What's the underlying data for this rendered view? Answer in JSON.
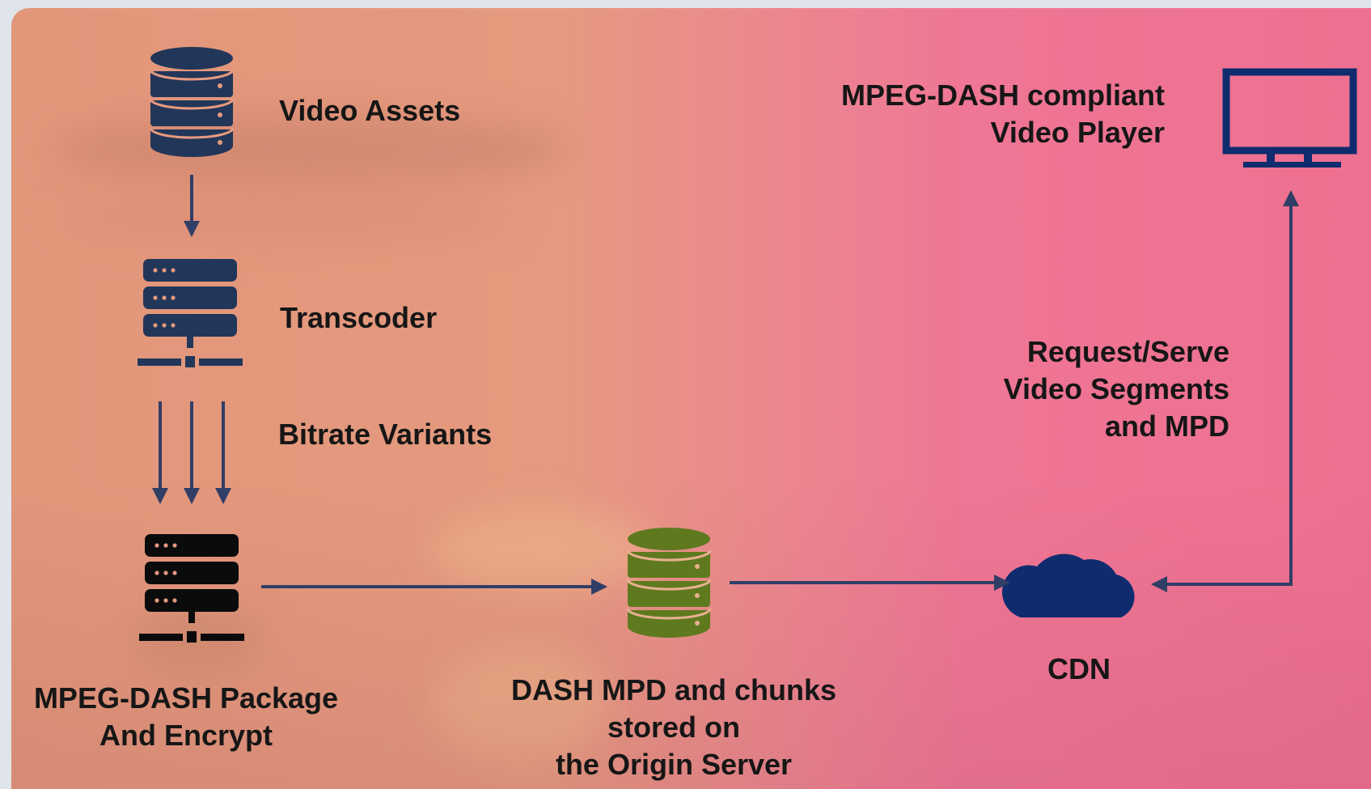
{
  "diagram": {
    "nodes": {
      "video_assets": {
        "label": "Video Assets",
        "icon": "database-icon",
        "color": "#223659"
      },
      "transcoder": {
        "label": "Transcoder",
        "icon": "server-rack-icon",
        "color": "#223659"
      },
      "bitrate_variants": {
        "label": "Bitrate Variants"
      },
      "packager": {
        "label": "MPEG-DASH Package\nAnd Encrypt",
        "icon": "server-rack-icon",
        "color": "#0b0b0b"
      },
      "origin_server": {
        "label": "DASH MPD and chunks\nstored on\nthe Origin Server",
        "icon": "database-icon",
        "color": "#5f7a1e"
      },
      "cdn": {
        "label": "CDN",
        "icon": "cloud-icon",
        "color": "#0f2c6e"
      },
      "player": {
        "label": "MPEG-DASH compliant\nVideo Player",
        "icon": "monitor-icon",
        "color": "#0f2c6e"
      }
    },
    "edges": {
      "cdn_player": {
        "label": "Request/Serve\nVideo Segments\nand MPD"
      }
    },
    "colors": {
      "arrow": "#313e66",
      "bg_left": "#e2967a",
      "bg_right": "#ef7694"
    }
  }
}
